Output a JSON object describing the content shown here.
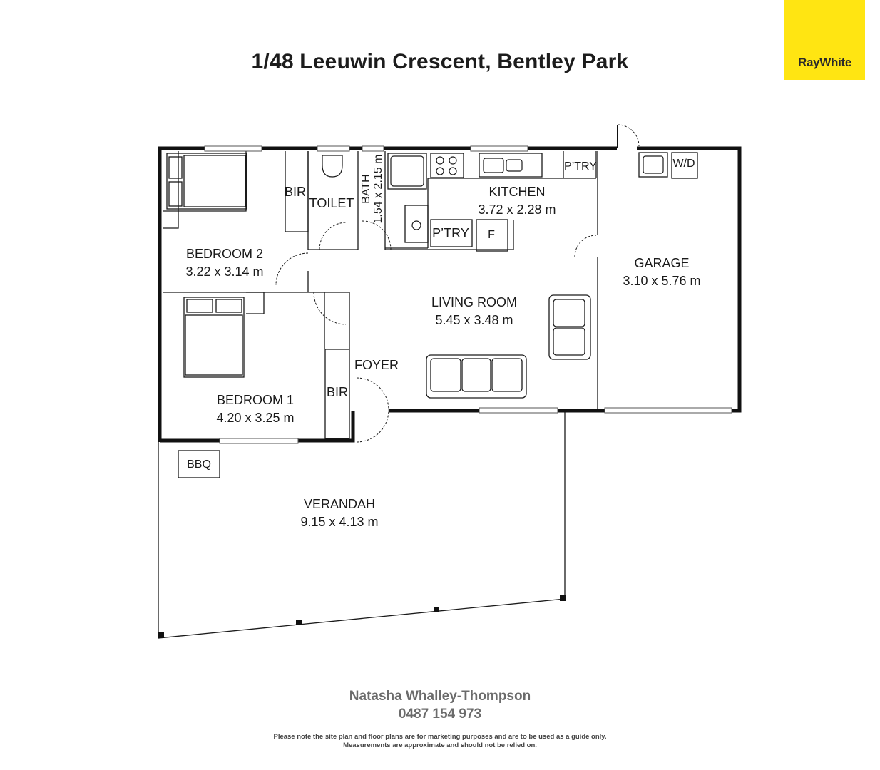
{
  "title": "1/48 Leeuwin Crescent, Bentley Park",
  "brand": {
    "name": "RayWhite",
    "color": "#FFE512"
  },
  "rooms": {
    "bedroom2": {
      "name": "BEDROOM 2",
      "size": "3.22 x 3.14 m"
    },
    "bedroom1": {
      "name": "BEDROOM 1",
      "size": "4.20 x 3.25 m"
    },
    "kitchen": {
      "name": "KITCHEN",
      "size": "3.72 x 2.28 m"
    },
    "living": {
      "name": "LIVING ROOM",
      "size": "5.45 x 3.48 m"
    },
    "garage": {
      "name": "GARAGE",
      "size": "3.10 x 5.76 m"
    },
    "verandah": {
      "name": "VERANDAH",
      "size": "9.15 x 4.13 m"
    },
    "bath": {
      "name": "BATH",
      "size": "1.54 x 2.15 m"
    },
    "toilet": "TOILET",
    "foyer": "FOYER",
    "bir_top": "BIR",
    "bir_bottom": "BIR",
    "pantry_small": "P’TRY",
    "pantry_large": "P’TRY",
    "fridge": "F",
    "washer_dryer": "W/D",
    "bbq": "BBQ"
  },
  "agent": {
    "name": "Natasha Whalley-Thompson",
    "phone": "0487 154 973"
  },
  "disclaimer": [
    "Please note the site plan and floor plans are for marketing purposes and are to be used as a guide only.",
    "Measurements are approximate and should not be relied on."
  ]
}
